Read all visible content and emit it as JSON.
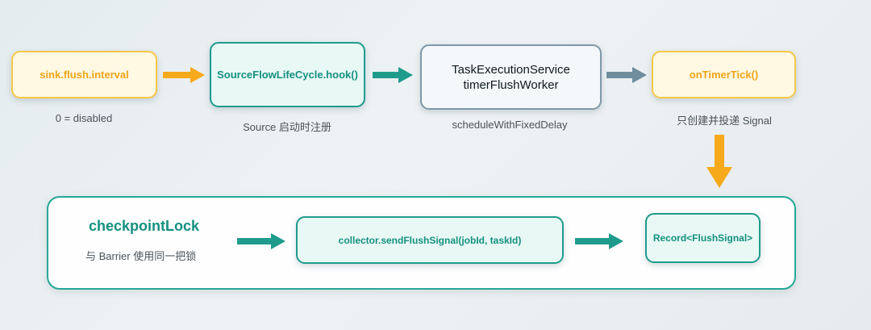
{
  "nodes": {
    "interval": {
      "label": "sink.flush.interval",
      "caption": "0 = disabled"
    },
    "hook": {
      "label": "SourceFlowLifeCycle.hook()",
      "caption": "Source 启动时注册"
    },
    "service": {
      "line1": "TaskExecutionService",
      "line2": "timerFlushWorker",
      "caption": "scheduleWithFixedDelay"
    },
    "tick": {
      "label": "onTimerTick()",
      "caption": "只创建并投递 Signal"
    },
    "send": {
      "label": "collector.sendFlushSignal(jobId, taskId)"
    },
    "record": {
      "label": "Record<FlushSignal>"
    }
  },
  "lock": {
    "title": "checkpointLock",
    "subtitle": "与 Barrier 使用同一把锁"
  },
  "colors": {
    "orange": "#f6a91a",
    "teal": "#1f9b8c",
    "slate": "#6f8d9d"
  }
}
